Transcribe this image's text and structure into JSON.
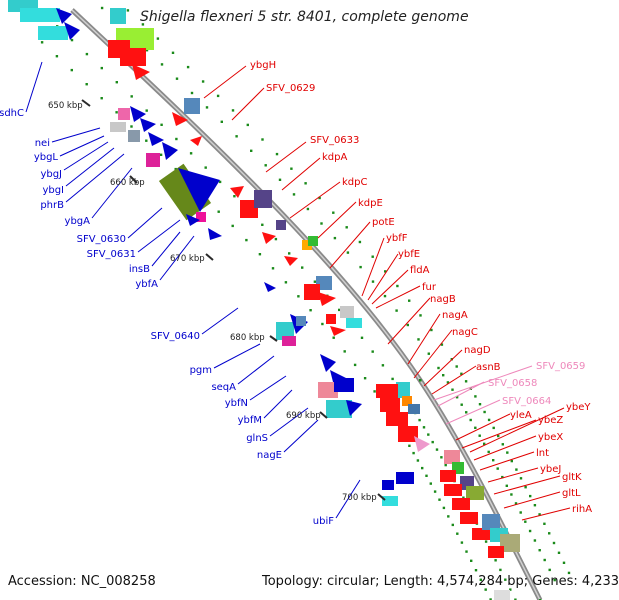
{
  "title": "Shigella flexneri 5 str. 8401, complete genome",
  "footer": {
    "accession": "Accession: NC_008258",
    "topology": "Topology: circular; Length: 4,574,284 bp; Genes: 4,233"
  },
  "kbp_labels": [
    "650 kbp",
    "660 kbp",
    "670 kbp",
    "680 kbp",
    "690 kbp",
    "700 kbp"
  ],
  "genes_left": [
    "sdhC",
    "nei",
    "ybgL",
    "ybgJ",
    "ybgI",
    "phrB",
    "ybgA",
    "SFV_0630",
    "SFV_0631",
    "insB",
    "ybfA",
    "SFV_0640",
    "pgm",
    "seqA",
    "ybfN",
    "ybfM",
    "glnS",
    "nagE",
    "ubiF"
  ],
  "genes_right": [
    "ybgH",
    "SFV_0629",
    "SFV_0633",
    "kdpA",
    "kdpC",
    "kdpE",
    "potE",
    "ybfF",
    "ybfE",
    "fldA",
    "fur",
    "nagB",
    "nagA",
    "nagC",
    "nagD",
    "asnB",
    "yleA",
    "ybeZ",
    "ybeY",
    "ybeX",
    "lnt",
    "ybeJ",
    "gltK",
    "gltL",
    "rihA"
  ],
  "genes_pink": [
    "SFV_0659",
    "SFV_0658",
    "SFV_0664"
  ],
  "colors": {
    "backbone": "#8a8a8a",
    "left_labels": "#0000cc",
    "right_labels": "#e00000",
    "pseudo_labels": "#ee88bb",
    "ticks": "#1a8a1a"
  }
}
